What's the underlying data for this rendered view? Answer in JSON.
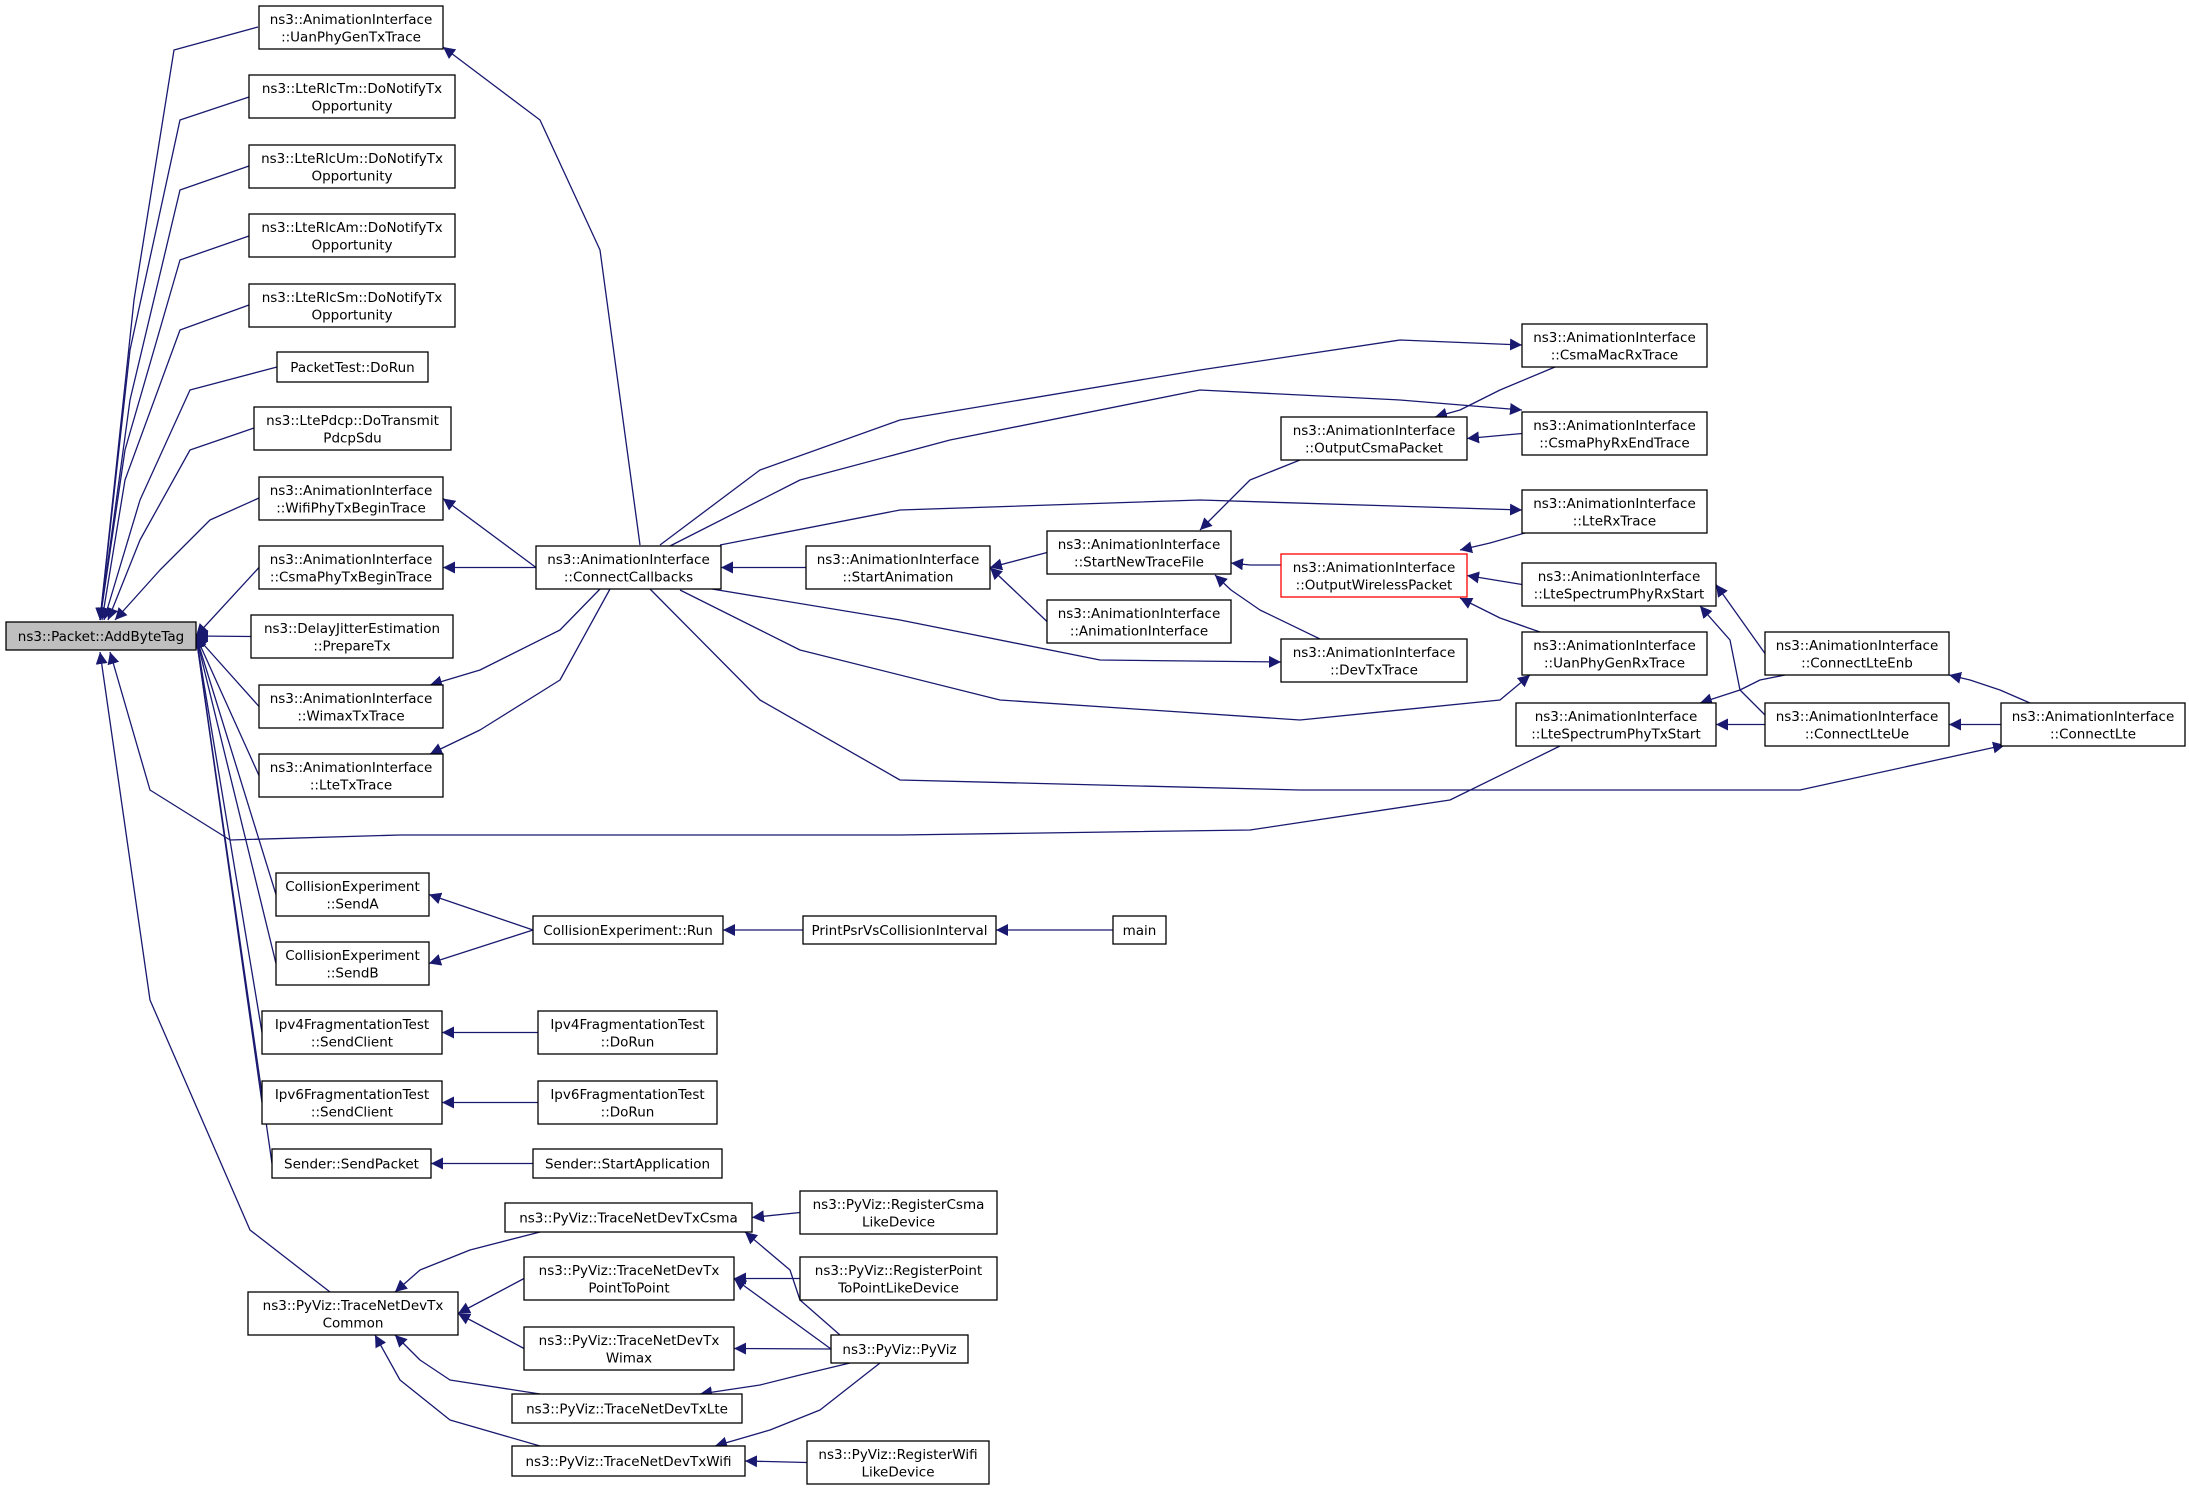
{
  "diagram": {
    "colors": {
      "edge": "#191970",
      "box_border": "#000000",
      "root_fill": "#bfbfbf",
      "highlight_border": "#ff0000",
      "background": "#ffffff"
    },
    "nodes": [
      {
        "id": "root",
        "lines": [
          "ns3::Packet::AddByteTag"
        ],
        "style": "root"
      },
      {
        "id": "uanphygentx",
        "lines": [
          "ns3::AnimationInterface",
          "::UanPhyGenTxTrace"
        ]
      },
      {
        "id": "lterlctm",
        "lines": [
          "ns3::LteRlcTm::DoNotifyTx",
          "Opportunity"
        ]
      },
      {
        "id": "lterlcum",
        "lines": [
          "ns3::LteRlcUm::DoNotifyTx",
          "Opportunity"
        ]
      },
      {
        "id": "lterlcam",
        "lines": [
          "ns3::LteRlcAm::DoNotifyTx",
          "Opportunity"
        ]
      },
      {
        "id": "lterlcsm",
        "lines": [
          "ns3::LteRlcSm::DoNotifyTx",
          "Opportunity"
        ]
      },
      {
        "id": "packettest",
        "lines": [
          "PacketTest::DoRun"
        ]
      },
      {
        "id": "ltepdcp",
        "lines": [
          "ns3::LtePdcp::DoTransmit",
          "PdcpSdu"
        ]
      },
      {
        "id": "wifiphytxbegin",
        "lines": [
          "ns3::AnimationInterface",
          "::WifiPhyTxBeginTrace"
        ]
      },
      {
        "id": "csmaphytxbegin",
        "lines": [
          "ns3::AnimationInterface",
          "::CsmaPhyTxBeginTrace"
        ]
      },
      {
        "id": "delayjitter",
        "lines": [
          "ns3::DelayJitterEstimation",
          "::PrepareTx"
        ]
      },
      {
        "id": "wimaxtx",
        "lines": [
          "ns3::AnimationInterface",
          "::WimaxTxTrace"
        ]
      },
      {
        "id": "ltetx",
        "lines": [
          "ns3::AnimationInterface",
          "::LteTxTrace"
        ]
      },
      {
        "id": "connectcallbacks",
        "lines": [
          "ns3::AnimationInterface",
          "::ConnectCallbacks"
        ]
      },
      {
        "id": "startanimation",
        "lines": [
          "ns3::AnimationInterface",
          "::StartAnimation"
        ]
      },
      {
        "id": "startnewtracefile",
        "lines": [
          "ns3::AnimationInterface",
          "::StartNewTraceFile"
        ]
      },
      {
        "id": "animinterface",
        "lines": [
          "ns3::AnimationInterface",
          "::AnimationInterface"
        ]
      },
      {
        "id": "outputcsma",
        "lines": [
          "ns3::AnimationInterface",
          "::OutputCsmaPacket"
        ]
      },
      {
        "id": "outputwireless",
        "lines": [
          "ns3::AnimationInterface",
          "::OutputWirelessPacket"
        ],
        "style": "highlight"
      },
      {
        "id": "devtx",
        "lines": [
          "ns3::AnimationInterface",
          "::DevTxTrace"
        ]
      },
      {
        "id": "csmamacrx",
        "lines": [
          "ns3::AnimationInterface",
          "::CsmaMacRxTrace"
        ]
      },
      {
        "id": "csmaphyrxend",
        "lines": [
          "ns3::AnimationInterface",
          "::CsmaPhyRxEndTrace"
        ]
      },
      {
        "id": "lterx",
        "lines": [
          "ns3::AnimationInterface",
          "::LteRxTrace"
        ]
      },
      {
        "id": "ltespecrx",
        "lines": [
          "ns3::AnimationInterface",
          "::LteSpectrumPhyRxStart"
        ]
      },
      {
        "id": "uanphygenrx",
        "lines": [
          "ns3::AnimationInterface",
          "::UanPhyGenRxTrace"
        ]
      },
      {
        "id": "ltespectx",
        "lines": [
          "ns3::AnimationInterface",
          "::LteSpectrumPhyTxStart"
        ]
      },
      {
        "id": "connectlteenb",
        "lines": [
          "ns3::AnimationInterface",
          "::ConnectLteEnb"
        ]
      },
      {
        "id": "connectlteue",
        "lines": [
          "ns3::AnimationInterface",
          "::ConnectLteUe"
        ]
      },
      {
        "id": "connectlte",
        "lines": [
          "ns3::AnimationInterface",
          "::ConnectLte"
        ]
      },
      {
        "id": "collisionsenda",
        "lines": [
          "CollisionExperiment",
          "::SendA"
        ]
      },
      {
        "id": "collisionsendb",
        "lines": [
          "CollisionExperiment",
          "::SendB"
        ]
      },
      {
        "id": "collisionrun",
        "lines": [
          "CollisionExperiment::Run"
        ]
      },
      {
        "id": "printpsr",
        "lines": [
          "PrintPsrVsCollisionInterval"
        ]
      },
      {
        "id": "main",
        "lines": [
          "main"
        ]
      },
      {
        "id": "ipv4sendclient",
        "lines": [
          "Ipv4FragmentationTest",
          "::SendClient"
        ]
      },
      {
        "id": "ipv4dorun",
        "lines": [
          "Ipv4FragmentationTest",
          "::DoRun"
        ]
      },
      {
        "id": "ipv6sendclient",
        "lines": [
          "Ipv6FragmentationTest",
          "::SendClient"
        ]
      },
      {
        "id": "ipv6dorun",
        "lines": [
          "Ipv6FragmentationTest",
          "::DoRun"
        ]
      },
      {
        "id": "sendpacket",
        "lines": [
          "Sender::SendPacket"
        ]
      },
      {
        "id": "startapplication",
        "lines": [
          "Sender::StartApplication"
        ]
      },
      {
        "id": "tracecommon",
        "lines": [
          "ns3::PyViz::TraceNetDevTx",
          "Common"
        ]
      },
      {
        "id": "tracecsma",
        "lines": [
          "ns3::PyViz::TraceNetDevTxCsma"
        ]
      },
      {
        "id": "tracep2p",
        "lines": [
          "ns3::PyViz::TraceNetDevTx",
          "PointToPoint"
        ]
      },
      {
        "id": "tracewimax",
        "lines": [
          "ns3::PyViz::TraceNetDevTx",
          "Wimax"
        ]
      },
      {
        "id": "tracelte",
        "lines": [
          "ns3::PyViz::TraceNetDevTxLte"
        ]
      },
      {
        "id": "tracewifi",
        "lines": [
          "ns3::PyViz::TraceNetDevTxWifi"
        ]
      },
      {
        "id": "registercsma",
        "lines": [
          "ns3::PyViz::RegisterCsma",
          "LikeDevice"
        ]
      },
      {
        "id": "registerp2p",
        "lines": [
          "ns3::PyViz::RegisterPoint",
          "ToPointLikeDevice"
        ]
      },
      {
        "id": "pyviz",
        "lines": [
          "ns3::PyViz::PyViz"
        ]
      },
      {
        "id": "registerwifi",
        "lines": [
          "ns3::PyViz::RegisterWifi",
          "LikeDevice"
        ]
      }
    ],
    "edges": [
      [
        "uanphygentx",
        "root"
      ],
      [
        "lterlctm",
        "root"
      ],
      [
        "lterlcum",
        "root"
      ],
      [
        "lterlcam",
        "root"
      ],
      [
        "lterlcsm",
        "root"
      ],
      [
        "packettest",
        "root"
      ],
      [
        "ltepdcp",
        "root"
      ],
      [
        "wifiphytxbegin",
        "root"
      ],
      [
        "csmaphytxbegin",
        "root"
      ],
      [
        "delayjitter",
        "root"
      ],
      [
        "wimaxtx",
        "root"
      ],
      [
        "ltetx",
        "root"
      ],
      [
        "collisionsenda",
        "root"
      ],
      [
        "collisionsendb",
        "root"
      ],
      [
        "ipv4sendclient",
        "root"
      ],
      [
        "ipv6sendclient",
        "root"
      ],
      [
        "sendpacket",
        "root"
      ],
      [
        "tracecommon",
        "root"
      ],
      [
        "ltespectx",
        "root"
      ],
      [
        "connectcallbacks",
        "uanphygentx"
      ],
      [
        "connectcallbacks",
        "wifiphytxbegin"
      ],
      [
        "connectcallbacks",
        "csmaphytxbegin"
      ],
      [
        "connectcallbacks",
        "wimaxtx"
      ],
      [
        "connectcallbacks",
        "ltetx"
      ],
      [
        "startanimation",
        "connectcallbacks"
      ],
      [
        "startnewtracefile",
        "startanimation"
      ],
      [
        "animinterface",
        "startanimation"
      ],
      [
        "outputcsma",
        "startnewtracefile"
      ],
      [
        "outputwireless",
        "startnewtracefile"
      ],
      [
        "devtx",
        "startnewtracefile"
      ],
      [
        "csmamacrx",
        "connectcallbacks"
      ],
      [
        "csmaphyrxend",
        "connectcallbacks"
      ],
      [
        "lterx",
        "connectcallbacks"
      ],
      [
        "devtx",
        "connectcallbacks"
      ],
      [
        "uanphygenrx",
        "connectcallbacks"
      ],
      [
        "connectlte",
        "connectcallbacks"
      ],
      [
        "csmamacrx",
        "outputcsma"
      ],
      [
        "csmaphyrxend",
        "outputcsma"
      ],
      [
        "lterx",
        "outputwireless"
      ],
      [
        "ltespecrx",
        "outputwireless"
      ],
      [
        "uanphygenrx",
        "outputwireless"
      ],
      [
        "connectlteenb",
        "ltespecrx"
      ],
      [
        "connectlteue",
        "ltespecrx"
      ],
      [
        "connectlteenb",
        "ltespectx"
      ],
      [
        "connectlteue",
        "ltespectx"
      ],
      [
        "connectlte",
        "connectlteenb"
      ],
      [
        "connectlte",
        "connectlteue"
      ],
      [
        "collisionrun",
        "collisionsenda"
      ],
      [
        "collisionrun",
        "collisionsendb"
      ],
      [
        "printpsr",
        "collisionrun"
      ],
      [
        "main",
        "printpsr"
      ],
      [
        "ipv4dorun",
        "ipv4sendclient"
      ],
      [
        "ipv6dorun",
        "ipv6sendclient"
      ],
      [
        "startapplication",
        "sendpacket"
      ],
      [
        "tracecsma",
        "tracecommon"
      ],
      [
        "tracep2p",
        "tracecommon"
      ],
      [
        "tracewimax",
        "tracecommon"
      ],
      [
        "tracelte",
        "tracecommon"
      ],
      [
        "tracewifi",
        "tracecommon"
      ],
      [
        "registercsma",
        "tracecsma"
      ],
      [
        "registerp2p",
        "tracep2p"
      ],
      [
        "registerwifi",
        "tracewifi"
      ],
      [
        "pyviz",
        "tracecsma"
      ],
      [
        "pyviz",
        "tracep2p"
      ],
      [
        "pyviz",
        "tracewimax"
      ],
      [
        "pyviz",
        "tracelte"
      ],
      [
        "pyviz",
        "tracewifi"
      ]
    ]
  }
}
